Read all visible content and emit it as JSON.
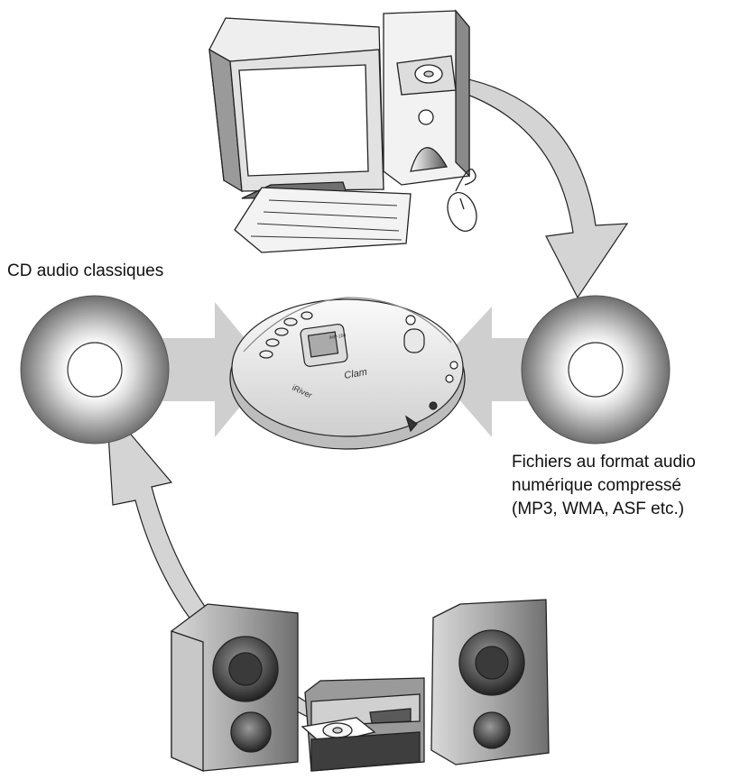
{
  "labels": {
    "audio_cd": "CD audio classiques",
    "compressed_files": [
      "Fichiers au format audio",
      "numérique compressé",
      "(MP3, WMA, ASF etc.)"
    ]
  },
  "player": {
    "brand": "iRiver",
    "model": "iMP-150",
    "logo": "Clam"
  },
  "colors": {
    "arrow_fill": "#cfcfcf",
    "arrow_light": "#e6e6e6",
    "disc_dark": "#7a7a7a",
    "speaker_dark": "#4a4a4a",
    "outline": "#222222"
  },
  "icons": [
    "desktop-computer-icon",
    "audio-cd-disc-icon",
    "compressed-audio-disc-icon",
    "cd-player-icon",
    "hifi-stereo-icon"
  ]
}
